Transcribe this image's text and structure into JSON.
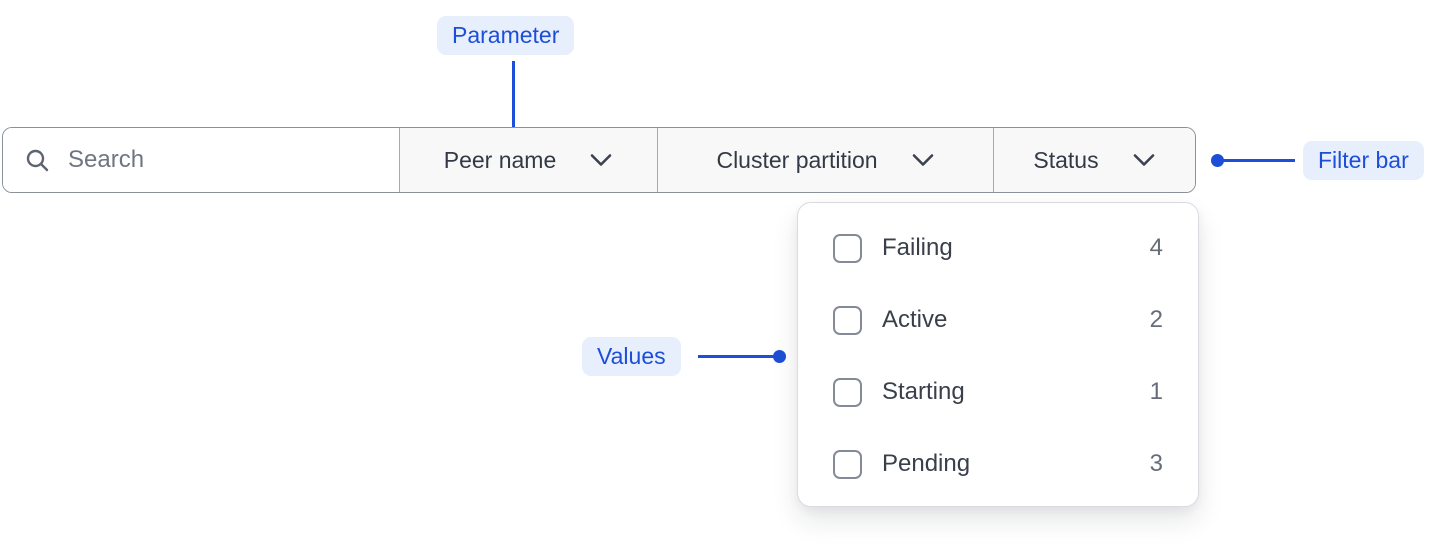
{
  "accent": {
    "annotation_blue": "#1d4ed8",
    "annotation_badge_bg": "#e8effc"
  },
  "annotations": {
    "parameter": {
      "label": "Parameter"
    },
    "filter_bar": {
      "label": "Filter bar"
    },
    "values": {
      "label": "Values"
    }
  },
  "filter_bar": {
    "search": {
      "placeholder": "Search",
      "value": "",
      "icon": "search-icon"
    },
    "dropdowns": [
      {
        "label": "Peer name",
        "icon": "chevron-down-icon"
      },
      {
        "label": "Cluster partition",
        "icon": "chevron-down-icon"
      },
      {
        "label": "Status",
        "icon": "chevron-down-icon"
      }
    ]
  },
  "status_dropdown": {
    "items": [
      {
        "label": "Failing",
        "count": "4",
        "checked": false
      },
      {
        "label": "Active",
        "count": "2",
        "checked": false
      },
      {
        "label": "Starting",
        "count": "1",
        "checked": false
      },
      {
        "label": "Pending",
        "count": "3",
        "checked": false
      }
    ]
  }
}
